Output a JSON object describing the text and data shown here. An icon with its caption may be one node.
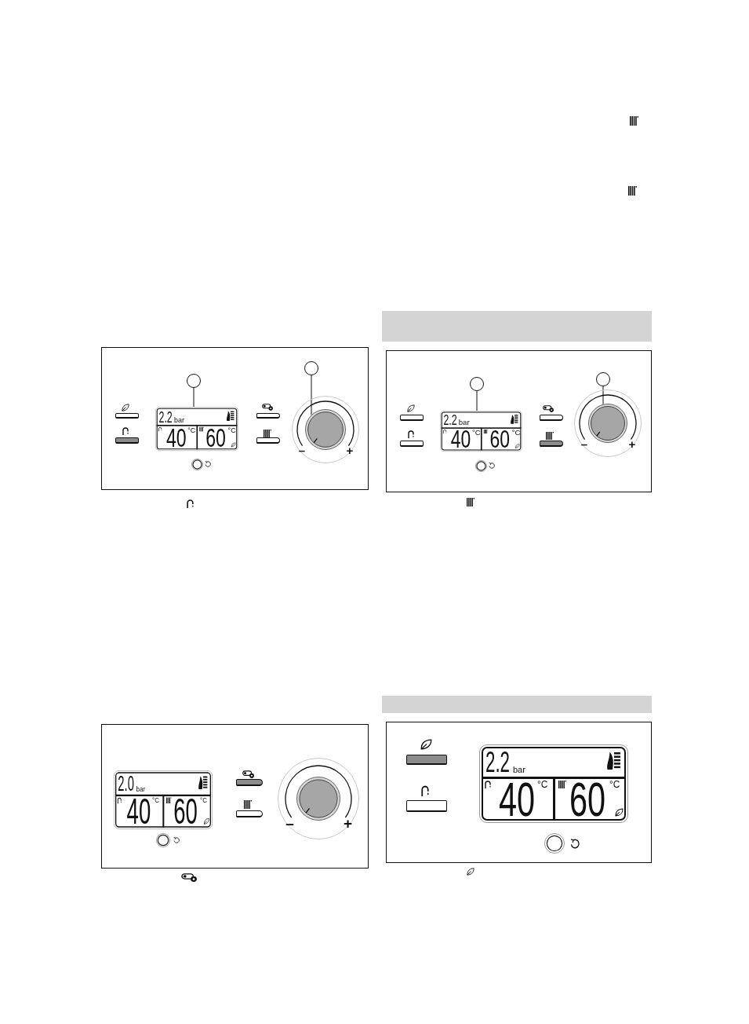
{
  "diagram": {
    "nodes": [
      {
        "text": [],
        "shape": "circle"
      },
      {
        "text": [],
        "shape": "circle"
      },
      {
        "text": [
          "2.2",
          "bar",
          "40",
          "°C",
          "60",
          "°C"
        ]
      },
      {
        "text": [],
        "shape": "circle",
        "beside": [
          "–",
          "+"
        ]
      },
      {
        "text": [
          "2.0",
          "bar",
          "40",
          "°C",
          "60",
          "°C"
        ]
      },
      {
        "text": [],
        "shape": "circle",
        "beside": [
          "–",
          "+"
        ]
      },
      {
        "text": [],
        "shape": "box"
      },
      {
        "text": [],
        "shape": "circle"
      },
      {
        "text": [],
        "shape": "circle"
      },
      {
        "text": [
          "2.2",
          "bar",
          "40",
          "°C",
          "60",
          "°C"
        ]
      },
      {
        "text": [],
        "shape": "circle",
        "beside": [
          "–",
          "+"
        ]
      },
      {
        "text": [],
        "shape": "box"
      },
      {
        "text": [
          "2.2",
          "bar",
          "40",
          "°C",
          "60",
          "°C"
        ]
      }
    ],
    "edges": [
      {
        "from": 0,
        "to": 2,
        "arrow": "none"
      },
      {
        "from": 1,
        "to": 3,
        "arrow": "none"
      },
      {
        "from": 7,
        "to": 9,
        "arrow": "none"
      },
      {
        "from": 8,
        "to": 10,
        "arrow": "none"
      }
    ]
  }
}
